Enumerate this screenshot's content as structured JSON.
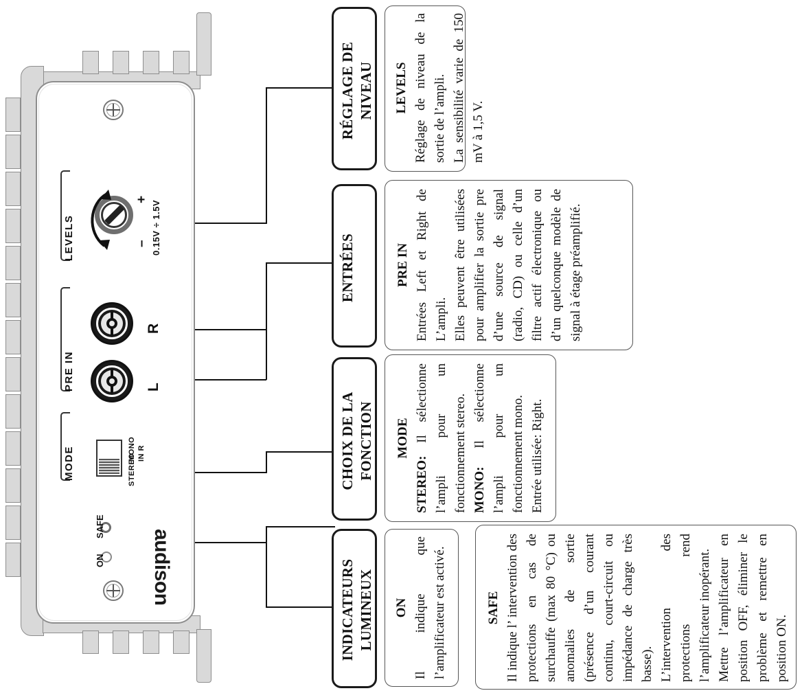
{
  "document": {
    "brand_logo": "audison",
    "language": "fr"
  },
  "amplifier_panel": {
    "labels": {
      "levels": "LEVELS",
      "levels_range": "0.15V ÷ 1.5V",
      "plus": "+",
      "minus": "–",
      "pre_in": "PRE IN",
      "jack_left": "L",
      "jack_right": "R",
      "mode": "MODE",
      "switch_stereo": "STEREO",
      "switch_mono": "MONO",
      "switch_mono_in": "IN R",
      "led_on": "ON",
      "led_safe": "SAFE"
    }
  },
  "callouts": [
    {
      "id": "reglage-de-niveau",
      "category": "RÉGLAGE DE\nNIVEAU",
      "detail_title": "LEVELS",
      "detail_text": "Réglage de niveau de la sortie de l’ampli.\nLa sensibilité varie de 150 mV à 1,5 V."
    },
    {
      "id": "entrees",
      "category": "ENTRÉES",
      "detail_title": "PRE IN",
      "detail_text": "Entrées Left et Right de L’ampli.\nElles peuvent être utilisées pour amplifier la sortie pre d’une source de signal (radio, CD) ou celle d’un filtre actif électronique ou d’un quelconque modèle de signal à étage préamplifié."
    },
    {
      "id": "choix-de-la-fonction",
      "category": "CHOIX DE LA\nFONCTION",
      "detail_title": "MODE",
      "detail_sub_1": "STEREO:",
      "detail_text_1": "Il sélectionne l’ampli pour un fonctionnement stereo.",
      "detail_sub_2": "MONO:",
      "detail_text_2": "Il sélectionne l’ampli pour un fonctionnement mono.\nEntrée utilisée: Right."
    },
    {
      "id": "indicateurs-lumineux",
      "category": "INDICATEURS\nLUMINEUX",
      "detail_title": "ON",
      "detail_text": "Il indique que l’amplificateur est activé."
    },
    {
      "id": "safe",
      "category": "",
      "detail_title": "SAFE",
      "detail_text": "Il indique l’ intervention des protections en cas de surchauffe (max 80 °C) ou anomalies de sortie (présence d’un courant continu, court-circuit ou impédance de charge très basse).\nL’intervention des protections rend l’amplificateur inopérant.\nMettre l’amplificateur en position OFF, éliminer le problème et remettre en position ON."
    }
  ],
  "colors": {
    "panel_outline": "#8d8d8d",
    "heatsink": "#d9d9d9",
    "box_border": "#1a1a1a",
    "text": "#111111"
  }
}
